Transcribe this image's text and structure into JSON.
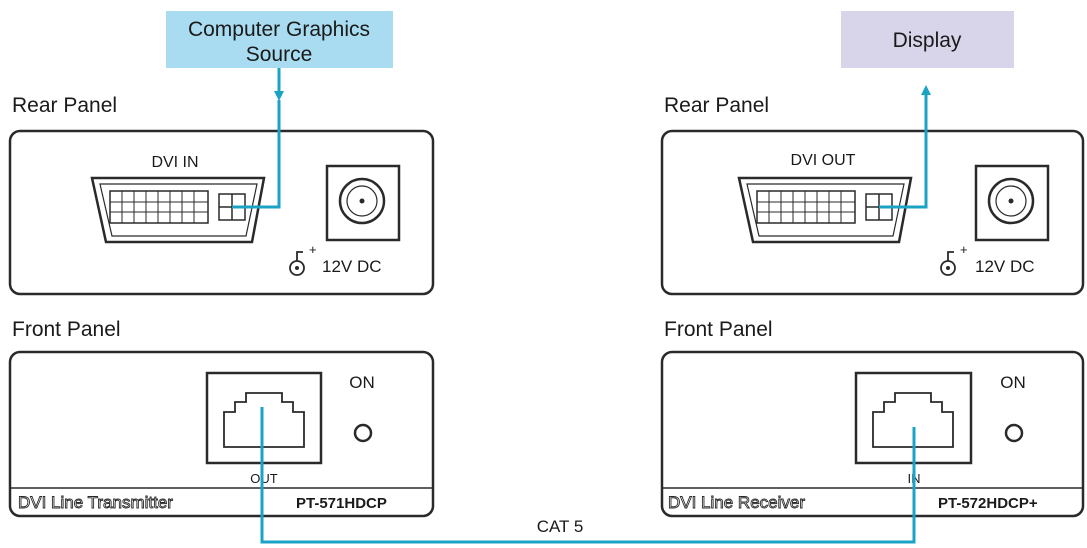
{
  "source_box": {
    "line1": "Computer Graphics",
    "line2": "Source"
  },
  "display_box": {
    "label": "Display"
  },
  "transmitter": {
    "rear_heading": "Rear Panel",
    "front_heading": "Front Panel",
    "dvi_label": "DVI IN",
    "power_label": "12V DC",
    "on_label": "ON",
    "port_label": "OUT",
    "device_name": "DVI Line Transmitter",
    "model": "PT-571HDCP"
  },
  "receiver": {
    "rear_heading": "Rear Panel",
    "front_heading": "Front Panel",
    "dvi_label": "DVI OUT",
    "power_label": "12V DC",
    "on_label": "ON",
    "port_label": "IN",
    "device_name": "DVI Line Receiver",
    "model": "PT-572HDCP+"
  },
  "cable": {
    "label": "CAT 5"
  },
  "colors": {
    "cable": "#1ba3c6",
    "source_fill": "#a9dcf0",
    "display_fill": "#d8d4ea",
    "outline": "#2a2a2a"
  }
}
